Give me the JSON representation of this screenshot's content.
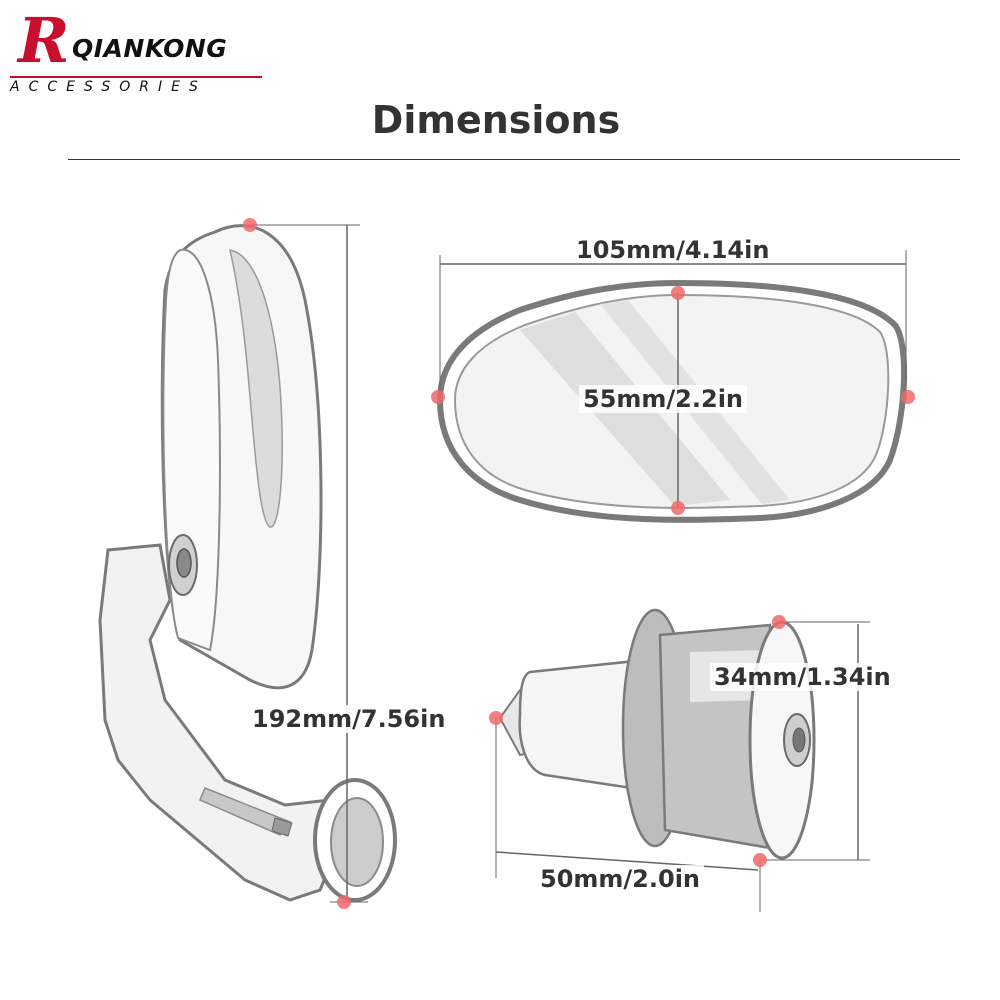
{
  "logo": {
    "initial": "R",
    "name": "QIANKONG",
    "tagline": "ACCESSORIES"
  },
  "page_title": "Dimensions",
  "dimensions": {
    "mirror_width": "105mm/4.14in",
    "mirror_height": "55mm/2.2in",
    "total_height": "192mm/7.56in",
    "plug_diameter": "34mm/1.34in",
    "plug_length": "50mm/2.0in"
  },
  "colors": {
    "brand_red": "#c8102e",
    "marker_red": "#f06a6a",
    "text": "#333333",
    "outline": "#7a7a7a",
    "shade": "#bdbdbd"
  }
}
